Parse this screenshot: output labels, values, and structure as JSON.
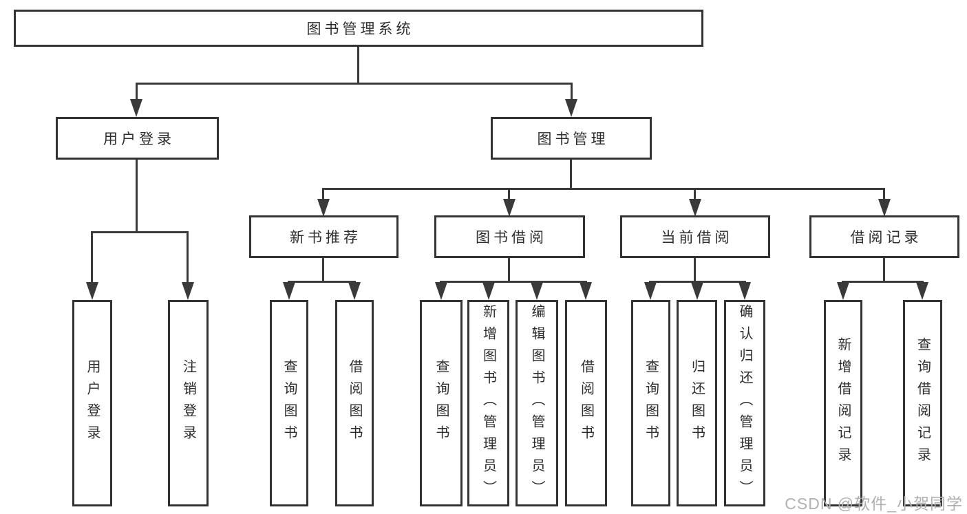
{
  "colors": {
    "background": "#ffffff",
    "box_border": "#333333",
    "connector_line": "#3a3a3a",
    "text": "#2d2d2d",
    "watermark_text": "#b0b0b0"
  },
  "tree": {
    "root": {
      "label": "图书管理系统"
    },
    "branches": [
      {
        "label": "用户登录",
        "leaves": [
          "用户登录",
          "注销登录"
        ]
      },
      {
        "label": "图书管理",
        "groups": [
          {
            "label": "新书推荐",
            "leaves": [
              "查询图书",
              "借阅图书"
            ]
          },
          {
            "label": "图书借阅",
            "leaves": [
              "查询图书",
              "新增图书（管理员）",
              "编辑图书（管理员）",
              "借阅图书"
            ]
          },
          {
            "label": "当前借阅",
            "leaves": [
              "查询图书",
              "归还图书",
              "确认归还（管理员）"
            ]
          },
          {
            "label": "借阅记录",
            "leaves": [
              "新增借阅记录",
              "查询借阅记录"
            ]
          }
        ]
      }
    ]
  },
  "watermark": "CSDN @软件_小贺同学"
}
